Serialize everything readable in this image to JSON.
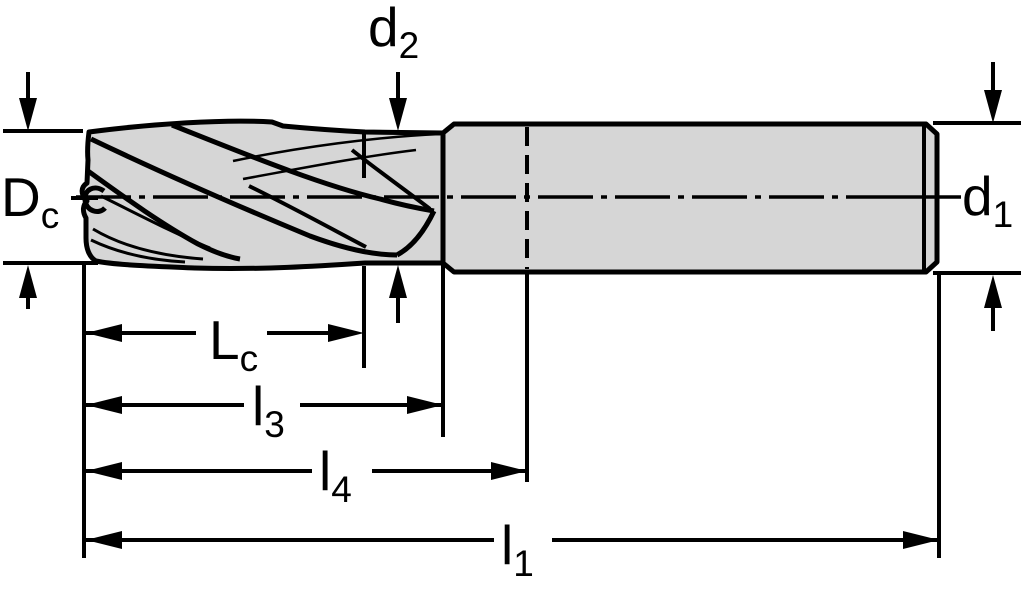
{
  "drawing": {
    "kind": "end-mill-dimension-diagram",
    "labels": {
      "d2": {
        "base": "d",
        "sub": "2"
      },
      "Dc": {
        "base": "D",
        "sub": "c"
      },
      "d1": {
        "base": "d",
        "sub": "1"
      },
      "Lc": {
        "base": "L",
        "sub": "c"
      },
      "l3": {
        "base": "l",
        "sub": "3"
      },
      "l4": {
        "base": "l",
        "sub": "4"
      },
      "l1": {
        "base": "l",
        "sub": "1"
      }
    }
  },
  "colors": {
    "line": "#000000",
    "fill": "#d6d6d6",
    "bg": "#ffffff"
  }
}
